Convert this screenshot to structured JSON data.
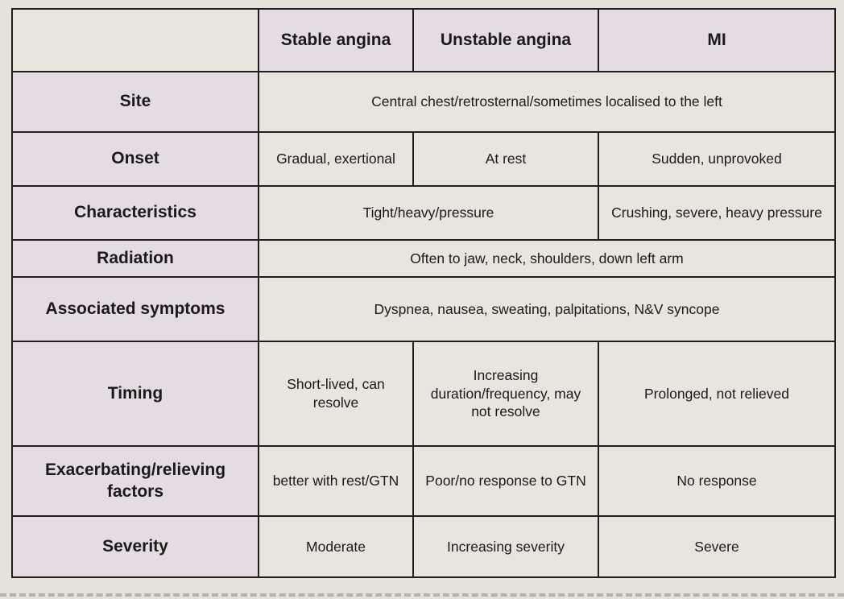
{
  "colors": {
    "background": "#e6e2da",
    "cell_bg": "#e9e5de",
    "header_bg": "#e5dbe3",
    "border": "#211f1d",
    "text": "#1a1a1a"
  },
  "table": {
    "corner_label": "",
    "columns": [
      "Stable angina",
      "Unstable angina",
      "MI"
    ],
    "rows": [
      {
        "label": "Site",
        "cells": [
          {
            "text": "Central chest/retrosternal/sometimes localised to the left",
            "span": 3
          }
        ]
      },
      {
        "label": "Onset",
        "cells": [
          {
            "text": "Gradual, exertional"
          },
          {
            "text": "At rest"
          },
          {
            "text": "Sudden, unprovoked"
          }
        ]
      },
      {
        "label": "Characteristics",
        "cells": [
          {
            "text": "Tight/heavy/pressure",
            "span": 2
          },
          {
            "text": "Crushing, severe, heavy pressure"
          }
        ]
      },
      {
        "label": "Radiation",
        "cells": [
          {
            "text": "Often to jaw, neck, shoulders, down left arm",
            "span": 3
          }
        ]
      },
      {
        "label": "Associated symptoms",
        "cells": [
          {
            "text": "Dyspnea, nausea, sweating, palpitations, N&V syncope",
            "span": 3
          }
        ]
      },
      {
        "label": "Timing",
        "cells": [
          {
            "text": "Short-lived, can resolve"
          },
          {
            "text": "Increasing duration/frequency, may not resolve"
          },
          {
            "text": "Prolonged, not relieved"
          }
        ]
      },
      {
        "label": "Exacerbating/relieving factors",
        "cells": [
          {
            "text": "better with rest/GTN"
          },
          {
            "text": "Poor/no response to GTN"
          },
          {
            "text": "No response"
          }
        ]
      },
      {
        "label": "Severity",
        "cells": [
          {
            "text": "Moderate"
          },
          {
            "text": "Increasing severity"
          },
          {
            "text": "Severe"
          }
        ]
      }
    ]
  }
}
